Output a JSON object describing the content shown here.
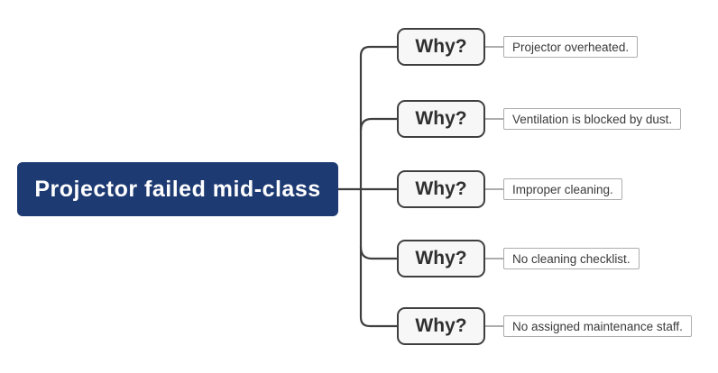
{
  "diagram": {
    "type": "5-whys-root-cause",
    "root": {
      "label": "Projector failed mid-class"
    },
    "rows": [
      {
        "why": "Why?",
        "answer": "Projector overheated."
      },
      {
        "why": "Why?",
        "answer": "Ventilation is blocked by dust."
      },
      {
        "why": "Why?",
        "answer": "Improper cleaning."
      },
      {
        "why": "Why?",
        "answer": "No cleaning checklist."
      },
      {
        "why": "Why?",
        "answer": "No assigned maintenance staff."
      }
    ],
    "colors": {
      "root_fill": "#1e3a72",
      "root_text": "#ffffff",
      "why_fill": "#f7f7f7",
      "why_border": "#3f3f3f",
      "why_text": "#2f2f2f",
      "answer_fill": "#ffffff",
      "answer_border": "#adadad",
      "answer_text": "#3a3a3a",
      "tree_line": "#3f3f3f",
      "answer_line": "#adadad",
      "background": "#ffffff"
    }
  }
}
